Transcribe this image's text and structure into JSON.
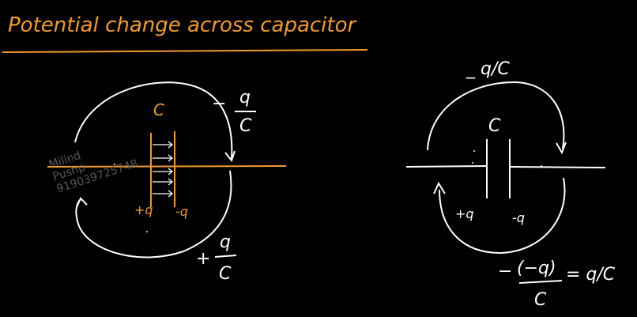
{
  "title": "Potential change across capacitor",
  "colors": {
    "background": "#000000",
    "ink": "#ffffff",
    "accent": "#f39a2b",
    "watermark": "#6f6f6f"
  },
  "watermark": {
    "line1": "Milind",
    "line2": "Pushp",
    "line3": "919039725748"
  },
  "left": {
    "cap_label": "C",
    "top_minus": "−",
    "top_num": "q",
    "top_den": "C",
    "plus_charge": "+q",
    "minus_charge": "-q",
    "bottom_plus": "+",
    "bottom_num": "q",
    "bottom_den": "C"
  },
  "right": {
    "top_text": "_ q/C",
    "cap_label": "C",
    "plus_charge": "+q",
    "minus_charge": "-q",
    "eq_minus": "−",
    "eq_num": "(−q)",
    "eq_den": "C",
    "eq_rhs": "= q/C"
  }
}
